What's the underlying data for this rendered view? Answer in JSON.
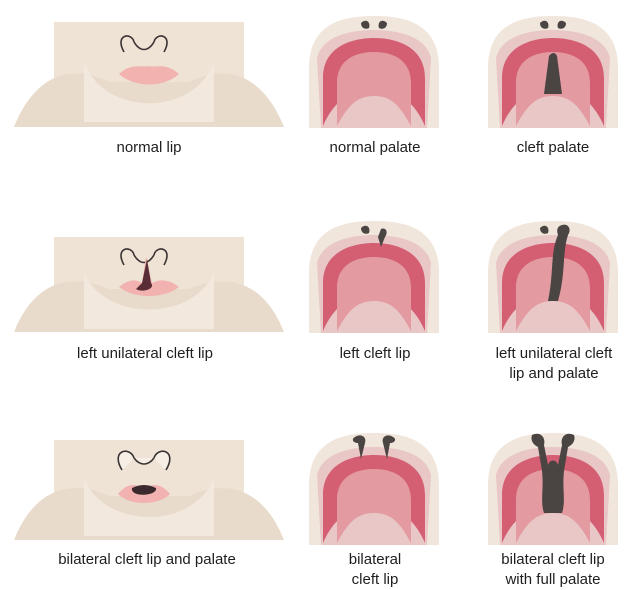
{
  "rows": [
    {
      "lip_caption": "normal lip",
      "palate1_caption": "normal palate",
      "palate2_caption": "cleft palate"
    },
    {
      "lip_caption": "left unilateral cleft lip",
      "palate1_caption": "left cleft lip",
      "palate2_caption_line1": "left unilateral cleft",
      "palate2_caption_line2": "lip and palate"
    },
    {
      "lip_caption": "bilateral cleft lip and palate",
      "palate1_caption_line1": "bilateral",
      "palate1_caption_line2": "cleft lip",
      "palate2_caption_line1": "bilateral cleft lip",
      "palate2_caption_line2": "with full palate"
    }
  ],
  "colors": {
    "skin": "#efe3d6",
    "skin_shadow": "#e2d2c1",
    "lip": "#f2b3b0",
    "palate_outer": "#e8c7c6",
    "palate_mid": "#e39aa0",
    "palate_inner": "#d45e72",
    "cleft": "#4a4443"
  }
}
